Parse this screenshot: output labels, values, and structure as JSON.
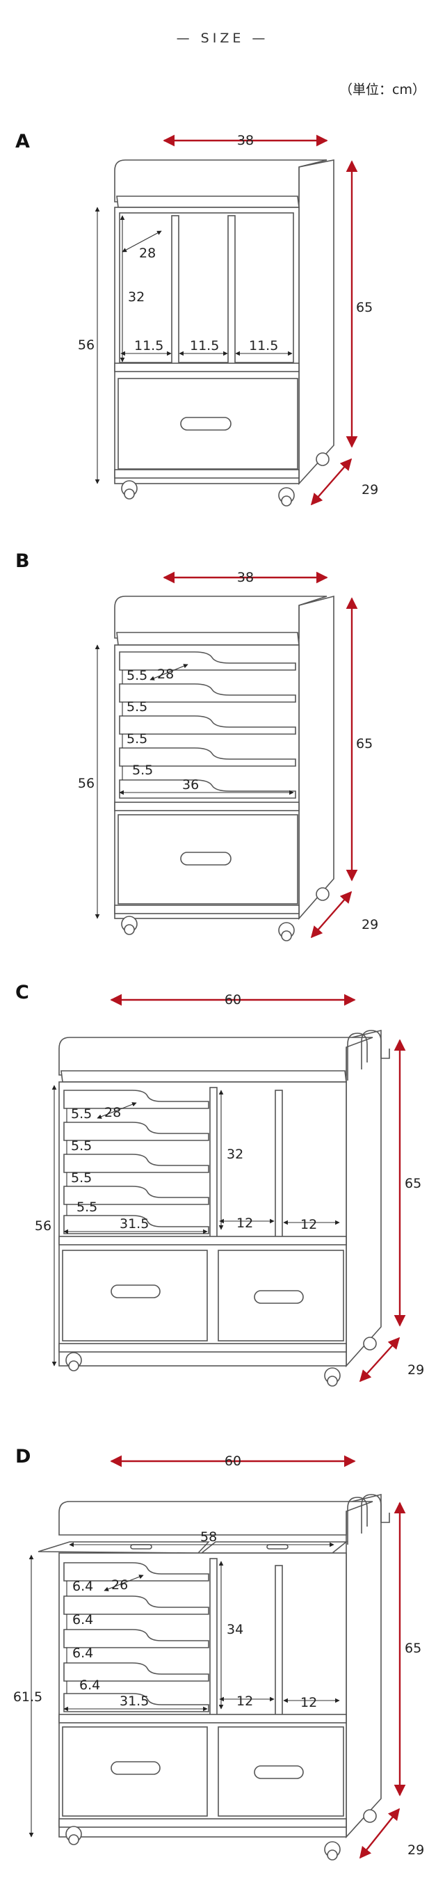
{
  "header": {
    "title": "—  SIZE  —",
    "unit": "（単位：cm）"
  },
  "colors": {
    "accent_red": "#b4121e",
    "furniture_line": "#555555"
  },
  "sections": {
    "A": {
      "label": "A",
      "width": "38",
      "height": "65",
      "depth": "29",
      "inner_height": "56",
      "dims": {
        "depth_inner": "28",
        "compartment_h": "32",
        "comp_w1": "11.5",
        "comp_w2": "11.5",
        "comp_w3": "11.5"
      }
    },
    "B": {
      "label": "B",
      "width": "38",
      "height": "65",
      "depth": "29",
      "inner_height": "56",
      "dims": {
        "tray1": "5.5",
        "tray2": "5.5",
        "tray3": "5.5",
        "tray4": "5.5",
        "depth_inner": "28",
        "tray_w": "36"
      }
    },
    "C": {
      "label": "C",
      "width": "60",
      "height": "65",
      "depth": "29",
      "inner_height": "56",
      "dims": {
        "tray1": "5.5",
        "tray2": "5.5",
        "tray3": "5.5",
        "tray4": "5.5",
        "depth_inner": "28",
        "tray_w": "31.5",
        "compartment_h": "32",
        "comp_w1": "12",
        "comp_w2": "12"
      }
    },
    "D": {
      "label": "D",
      "width": "60",
      "height": "65",
      "depth": "29",
      "inner_height": "61.5",
      "dims": {
        "top_w": "58",
        "tray1": "6.4",
        "tray2": "6.4",
        "tray3": "6.4",
        "tray4": "6.4",
        "depth_inner": "26",
        "tray_w": "31.5",
        "compartment_h": "34",
        "comp_w1": "12",
        "comp_w2": "12"
      }
    }
  }
}
